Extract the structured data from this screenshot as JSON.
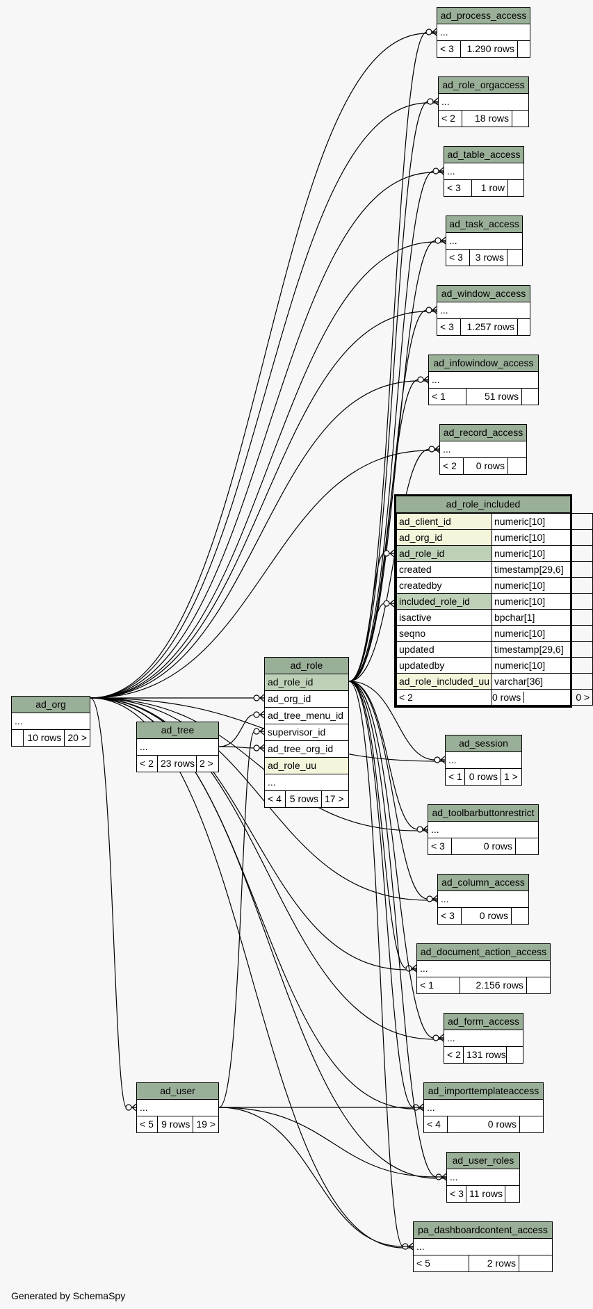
{
  "footer": "Generated by SchemaSpy",
  "ellipsis": "...",
  "tables": {
    "ad_process_access": {
      "name": "ad_process_access",
      "left": "< 3",
      "rows": "1.290 rows"
    },
    "ad_role_orgaccess": {
      "name": "ad_role_orgaccess",
      "left": "< 2",
      "rows": "18 rows"
    },
    "ad_table_access": {
      "name": "ad_table_access",
      "left": "< 3",
      "rows": "1 row"
    },
    "ad_task_access": {
      "name": "ad_task_access",
      "left": "< 3",
      "rows": "3 rows"
    },
    "ad_window_access": {
      "name": "ad_window_access",
      "left": "< 3",
      "rows": "1.257 rows"
    },
    "ad_infowindow_access": {
      "name": "ad_infowindow_access",
      "left": "< 1",
      "rows": "51 rows"
    },
    "ad_record_access": {
      "name": "ad_record_access",
      "left": "< 2",
      "rows": "0 rows"
    },
    "ad_session": {
      "name": "ad_session",
      "left": "< 1",
      "rows": "0 rows",
      "right": "1 >"
    },
    "ad_toolbarbuttonrestrict": {
      "name": "ad_toolbarbuttonrestrict",
      "left": "< 3",
      "rows": "0 rows"
    },
    "ad_column_access": {
      "name": "ad_column_access",
      "left": "< 3",
      "rows": "0 rows"
    },
    "ad_document_action_access": {
      "name": "ad_document_action_access",
      "left": "< 1",
      "rows": "2.156 rows"
    },
    "ad_form_access": {
      "name": "ad_form_access",
      "left": "< 2",
      "rows": "131 rows"
    },
    "ad_importtemplateaccess": {
      "name": "ad_importtemplateaccess",
      "left": "< 4",
      "rows": "0 rows"
    },
    "ad_user_roles": {
      "name": "ad_user_roles",
      "left": "< 3",
      "rows": "11 rows"
    },
    "pa_dashboardcontent_access": {
      "name": "pa_dashboardcontent_access",
      "left": "< 5",
      "rows": "2 rows"
    },
    "ad_org": {
      "name": "ad_org",
      "left": "",
      "rows": "10 rows",
      "right": "20 >"
    },
    "ad_tree": {
      "name": "ad_tree",
      "left": "< 2",
      "rows": "23 rows",
      "right": "2 >"
    },
    "ad_user": {
      "name": "ad_user",
      "left": "< 5",
      "rows": "9 rows",
      "right": "19 >"
    },
    "ad_role": {
      "name": "ad_role",
      "columns": [
        "ad_role_id",
        "ad_org_id",
        "ad_tree_menu_id",
        "supervisor_id",
        "ad_tree_org_id",
        "ad_role_uu"
      ],
      "left": "< 4",
      "rows": "5 rows",
      "right": "17 >"
    }
  },
  "ad_role_included": {
    "name": "ad_role_included",
    "columns": [
      {
        "name": "ad_client_id",
        "type": "numeric[10]",
        "kind": "idx"
      },
      {
        "name": "ad_org_id",
        "type": "numeric[10]",
        "kind": "idx"
      },
      {
        "name": "ad_role_id",
        "type": "numeric[10]",
        "kind": "pk"
      },
      {
        "name": "created",
        "type": "timestamp[29,6]",
        "kind": ""
      },
      {
        "name": "createdby",
        "type": "numeric[10]",
        "kind": ""
      },
      {
        "name": "included_role_id",
        "type": "numeric[10]",
        "kind": "pk"
      },
      {
        "name": "isactive",
        "type": "bpchar[1]",
        "kind": ""
      },
      {
        "name": "seqno",
        "type": "numeric[10]",
        "kind": ""
      },
      {
        "name": "updated",
        "type": "timestamp[29,6]",
        "kind": ""
      },
      {
        "name": "updatedby",
        "type": "numeric[10]",
        "kind": ""
      },
      {
        "name": "ad_role_included_uu",
        "type": "varchar[36]",
        "kind": "idx"
      }
    ],
    "left": "< 2",
    "rows": "0 rows",
    "right": "0 >"
  }
}
